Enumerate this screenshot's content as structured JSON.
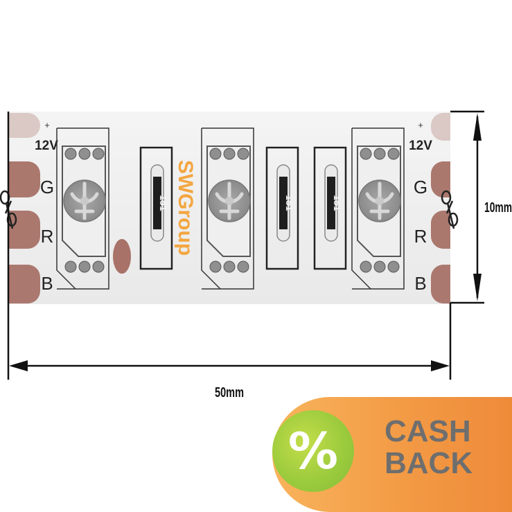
{
  "strip": {
    "brand": "SWGroup",
    "resistor_code": "151",
    "pads": {
      "plus": "+",
      "voltage": "12V",
      "g": "G",
      "r": "R",
      "b": "B"
    },
    "pad_color": "#a87268",
    "substrate_color": "#f0f0f0",
    "brand_color": "#f3a640"
  },
  "dimensions": {
    "height_label": "10mm",
    "width_label": "50mm"
  },
  "badge": {
    "symbol": "%",
    "line1": "CASH",
    "line2": "BACK",
    "text_color": "#6e6e6e",
    "gradient": [
      "#f8b45c",
      "#ee8b3a"
    ],
    "circle_color": "#9ccb3d"
  },
  "icons": [
    "scissors-icon-left",
    "scissors-icon-right"
  ]
}
